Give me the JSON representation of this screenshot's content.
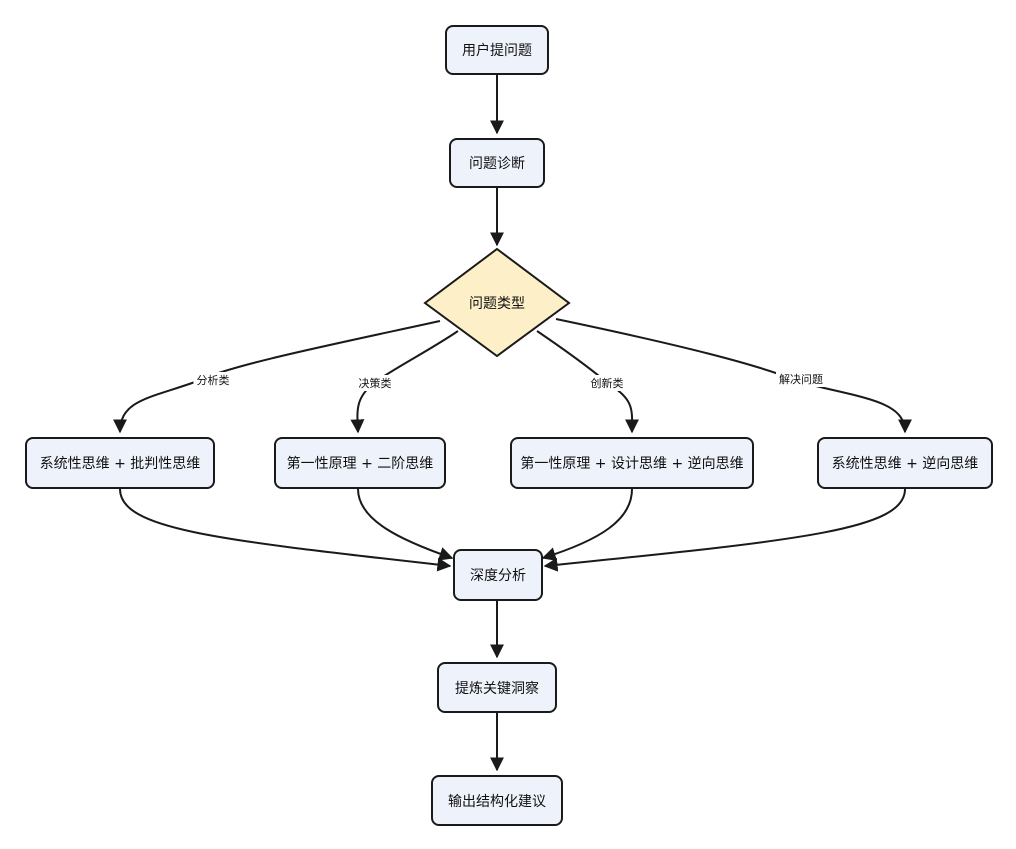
{
  "nodes": {
    "start": "用户提问题",
    "diagnose": "问题诊断",
    "type": "问题类型",
    "branch_analysis": "系统性思维 + 批判性思维",
    "branch_decision": "第一性原理 + 二阶思维",
    "branch_innovation": "第一性原理 + 设计思维 + 逆向思维",
    "branch_solve": "系统性思维 + 逆向思维",
    "deep": "深度分析",
    "refine": "提炼关键洞察",
    "output": "输出结构化建议"
  },
  "edge_labels": {
    "analysis": "分析类",
    "decision": "决策类",
    "innovation": "创新类",
    "solve": "解决问题"
  },
  "colors": {
    "node_fill": "#eef2fb",
    "diamond_fill": "#fdf0c8",
    "stroke": "#1a1a1a"
  }
}
